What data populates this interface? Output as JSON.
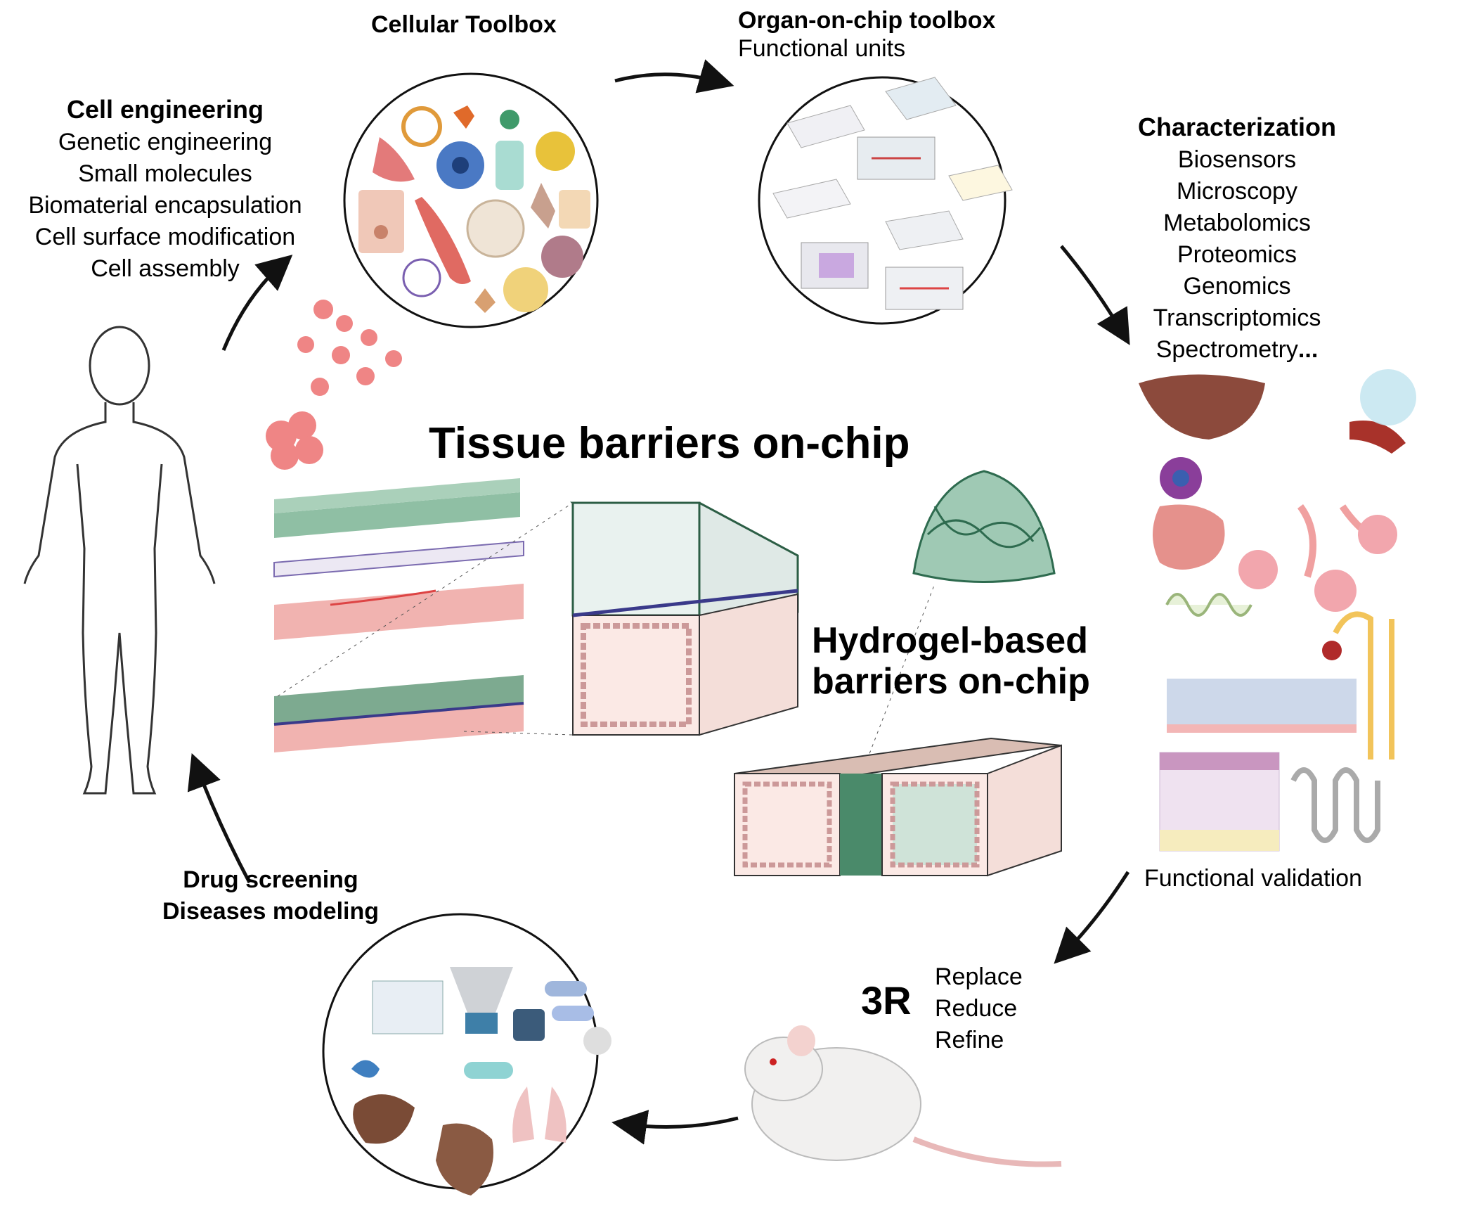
{
  "center": {
    "title": "Tissue barriers on-chip",
    "hydrogel_title_line1": "Hydrogel-based",
    "hydrogel_title_line2": "barriers on-chip"
  },
  "cell_engineering": {
    "title": "Cell engineering",
    "items": [
      "Genetic engineering",
      "Small molecules",
      "Biomaterial encapsulation",
      "Cell surface modification",
      "Cell assembly"
    ]
  },
  "cellular_toolbox": {
    "title": "Cellular Toolbox"
  },
  "organ_on_chip": {
    "title": "Organ-on-chip toolbox",
    "subtitle": "Functional units"
  },
  "characterization": {
    "title": "Characterization",
    "items": [
      "Biosensors",
      "Microscopy",
      "Metabolomics",
      "Proteomics",
      "Genomics",
      "Transcriptomics"
    ],
    "last_item": "Spectrometry",
    "last_item_suffix": "..."
  },
  "functional_validation": {
    "label": "Functional validation"
  },
  "three_r": {
    "label": "3R",
    "items": [
      "Replace",
      "Reduce",
      "Refine"
    ]
  },
  "drug_screening": {
    "line1": "Drug screening",
    "line2": "Diseases modeling"
  },
  "colors": {
    "chip_green": "#8fbfa4",
    "chip_pink": "#f1b3b0",
    "membrane_purple": "#7b6bb0",
    "cell_pink": "#e58c8c",
    "arrow": "#111111"
  }
}
